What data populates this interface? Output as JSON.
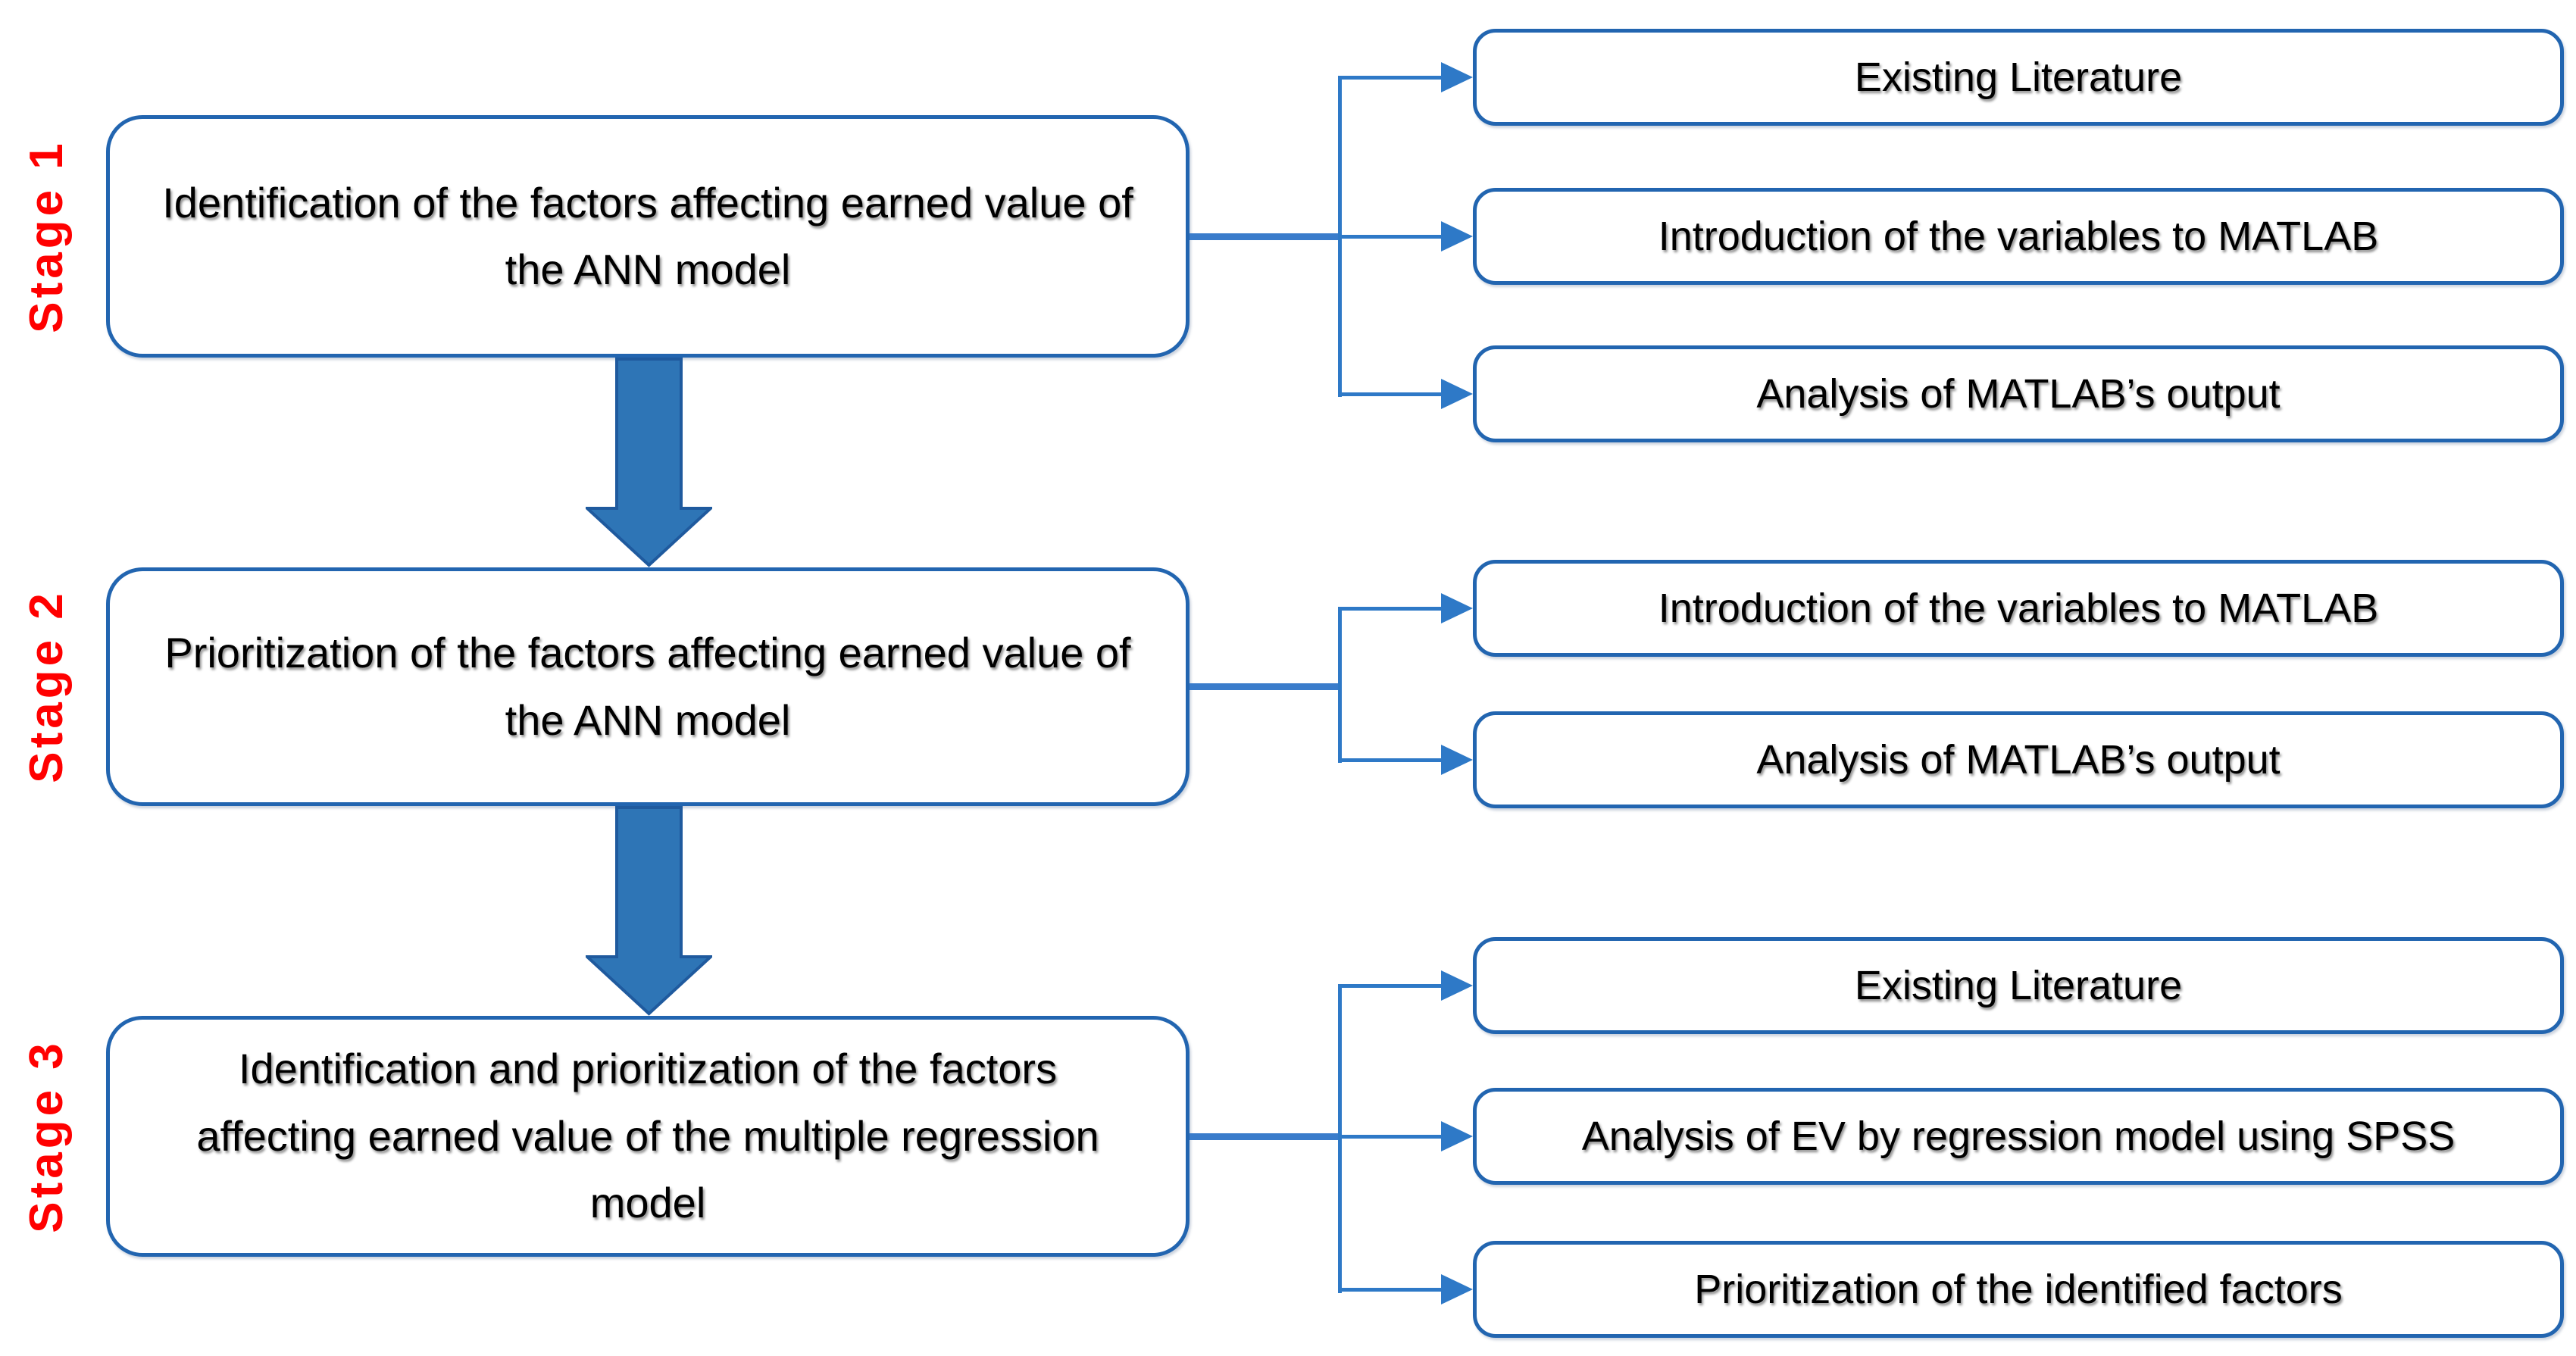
{
  "title": "Three-stage research methodology flow diagram",
  "colors": {
    "box_border": "#2265B0",
    "connector": "#2E79C7",
    "connector_thick": "#3A7CCB",
    "arrow_fill": "#2E75B6",
    "arrow_stroke": "#1F5A9E",
    "stage_label": "#FF0000",
    "text": "#000000"
  },
  "stages": [
    {
      "label": "Stage 1",
      "main": "Identification of the factors affecting earned value of the ANN model",
      "outputs": [
        "Existing Literature",
        "Introduction of the variables to MATLAB",
        "Analysis of MATLAB’s output"
      ]
    },
    {
      "label": "Stage 2",
      "main": "Prioritization of the factors affecting earned value of the ANN model",
      "outputs": [
        "Introduction of the variables to MATLAB",
        "Analysis of MATLAB’s output"
      ]
    },
    {
      "label": "Stage 3",
      "main": "Identification and prioritization of the factors affecting earned value of the multiple regression model",
      "outputs": [
        "Existing Literature",
        "Analysis of EV by regression model using SPSS",
        "Prioritization of the identified factors"
      ]
    }
  ]
}
